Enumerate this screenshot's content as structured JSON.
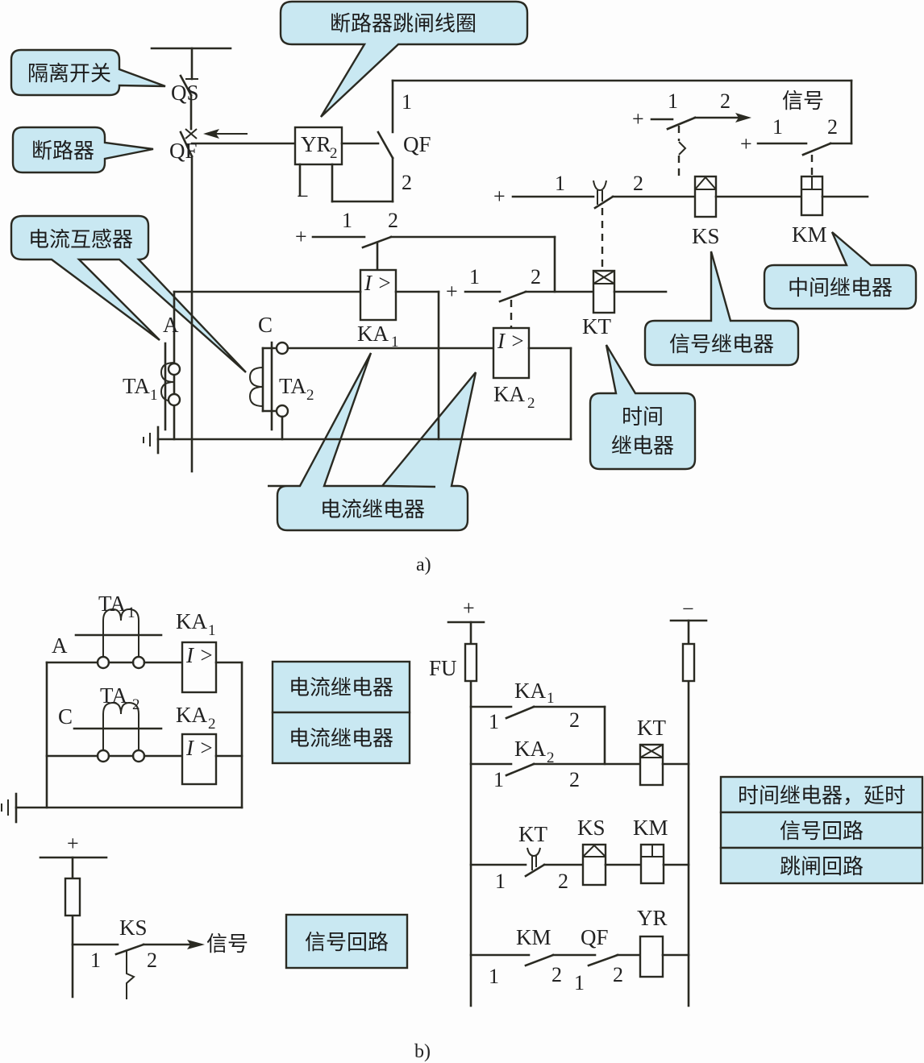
{
  "figure": {
    "caption_a": "a)",
    "caption_b": "b)"
  },
  "part_a": {
    "callouts": {
      "isolator": "隔离开关",
      "trip_coil": "断路器跳闸线圈",
      "breaker": "断路器",
      "ct": "电流互感器",
      "current_relay": "电流继电器",
      "time_relay_line1": "时间",
      "time_relay_line2": "继电器",
      "signal_relay": "信号继电器",
      "intermediate_relay": "中间继电器"
    },
    "labels": {
      "qs": "QS",
      "qf": "QF",
      "qf_aux": "QF",
      "yr": "YR",
      "yr_sub": "2",
      "minus": "−",
      "plus": "+",
      "one": "1",
      "two": "2",
      "signal": "信号",
      "ks": "KS",
      "km": "KM",
      "kt": "KT",
      "ka": "KA",
      "ka1_sub": "1",
      "ka2_sub": "2",
      "ta": "TA",
      "ta1_sub": "1",
      "ta2_sub": "2",
      "phase_a": "A",
      "phase_c": "C",
      "relay_symbol": "I >"
    }
  },
  "part_b": {
    "labels": {
      "ta1": "TA",
      "ta1_sub": "1",
      "ta2": "TA",
      "ta2_sub": "2",
      "ka1": "KA",
      "ka1_sub": "1",
      "ka2": "KA",
      "ka2_sub": "2",
      "phase_a": "A",
      "phase_c": "C",
      "relay_symbol": "I >",
      "plus": "+",
      "minus": "−",
      "fu": "FU",
      "kt": "KT",
      "ks": "KS",
      "km": "KM",
      "qf": "QF",
      "yr": "YR",
      "one": "1",
      "two": "2",
      "signal": "信号"
    },
    "legend_current": [
      "电流继电器",
      "电流继电器"
    ],
    "legend_right": [
      "时间继电器，延时",
      "信号回路",
      "跳闸回路"
    ],
    "legend_signal": "信号回路"
  }
}
